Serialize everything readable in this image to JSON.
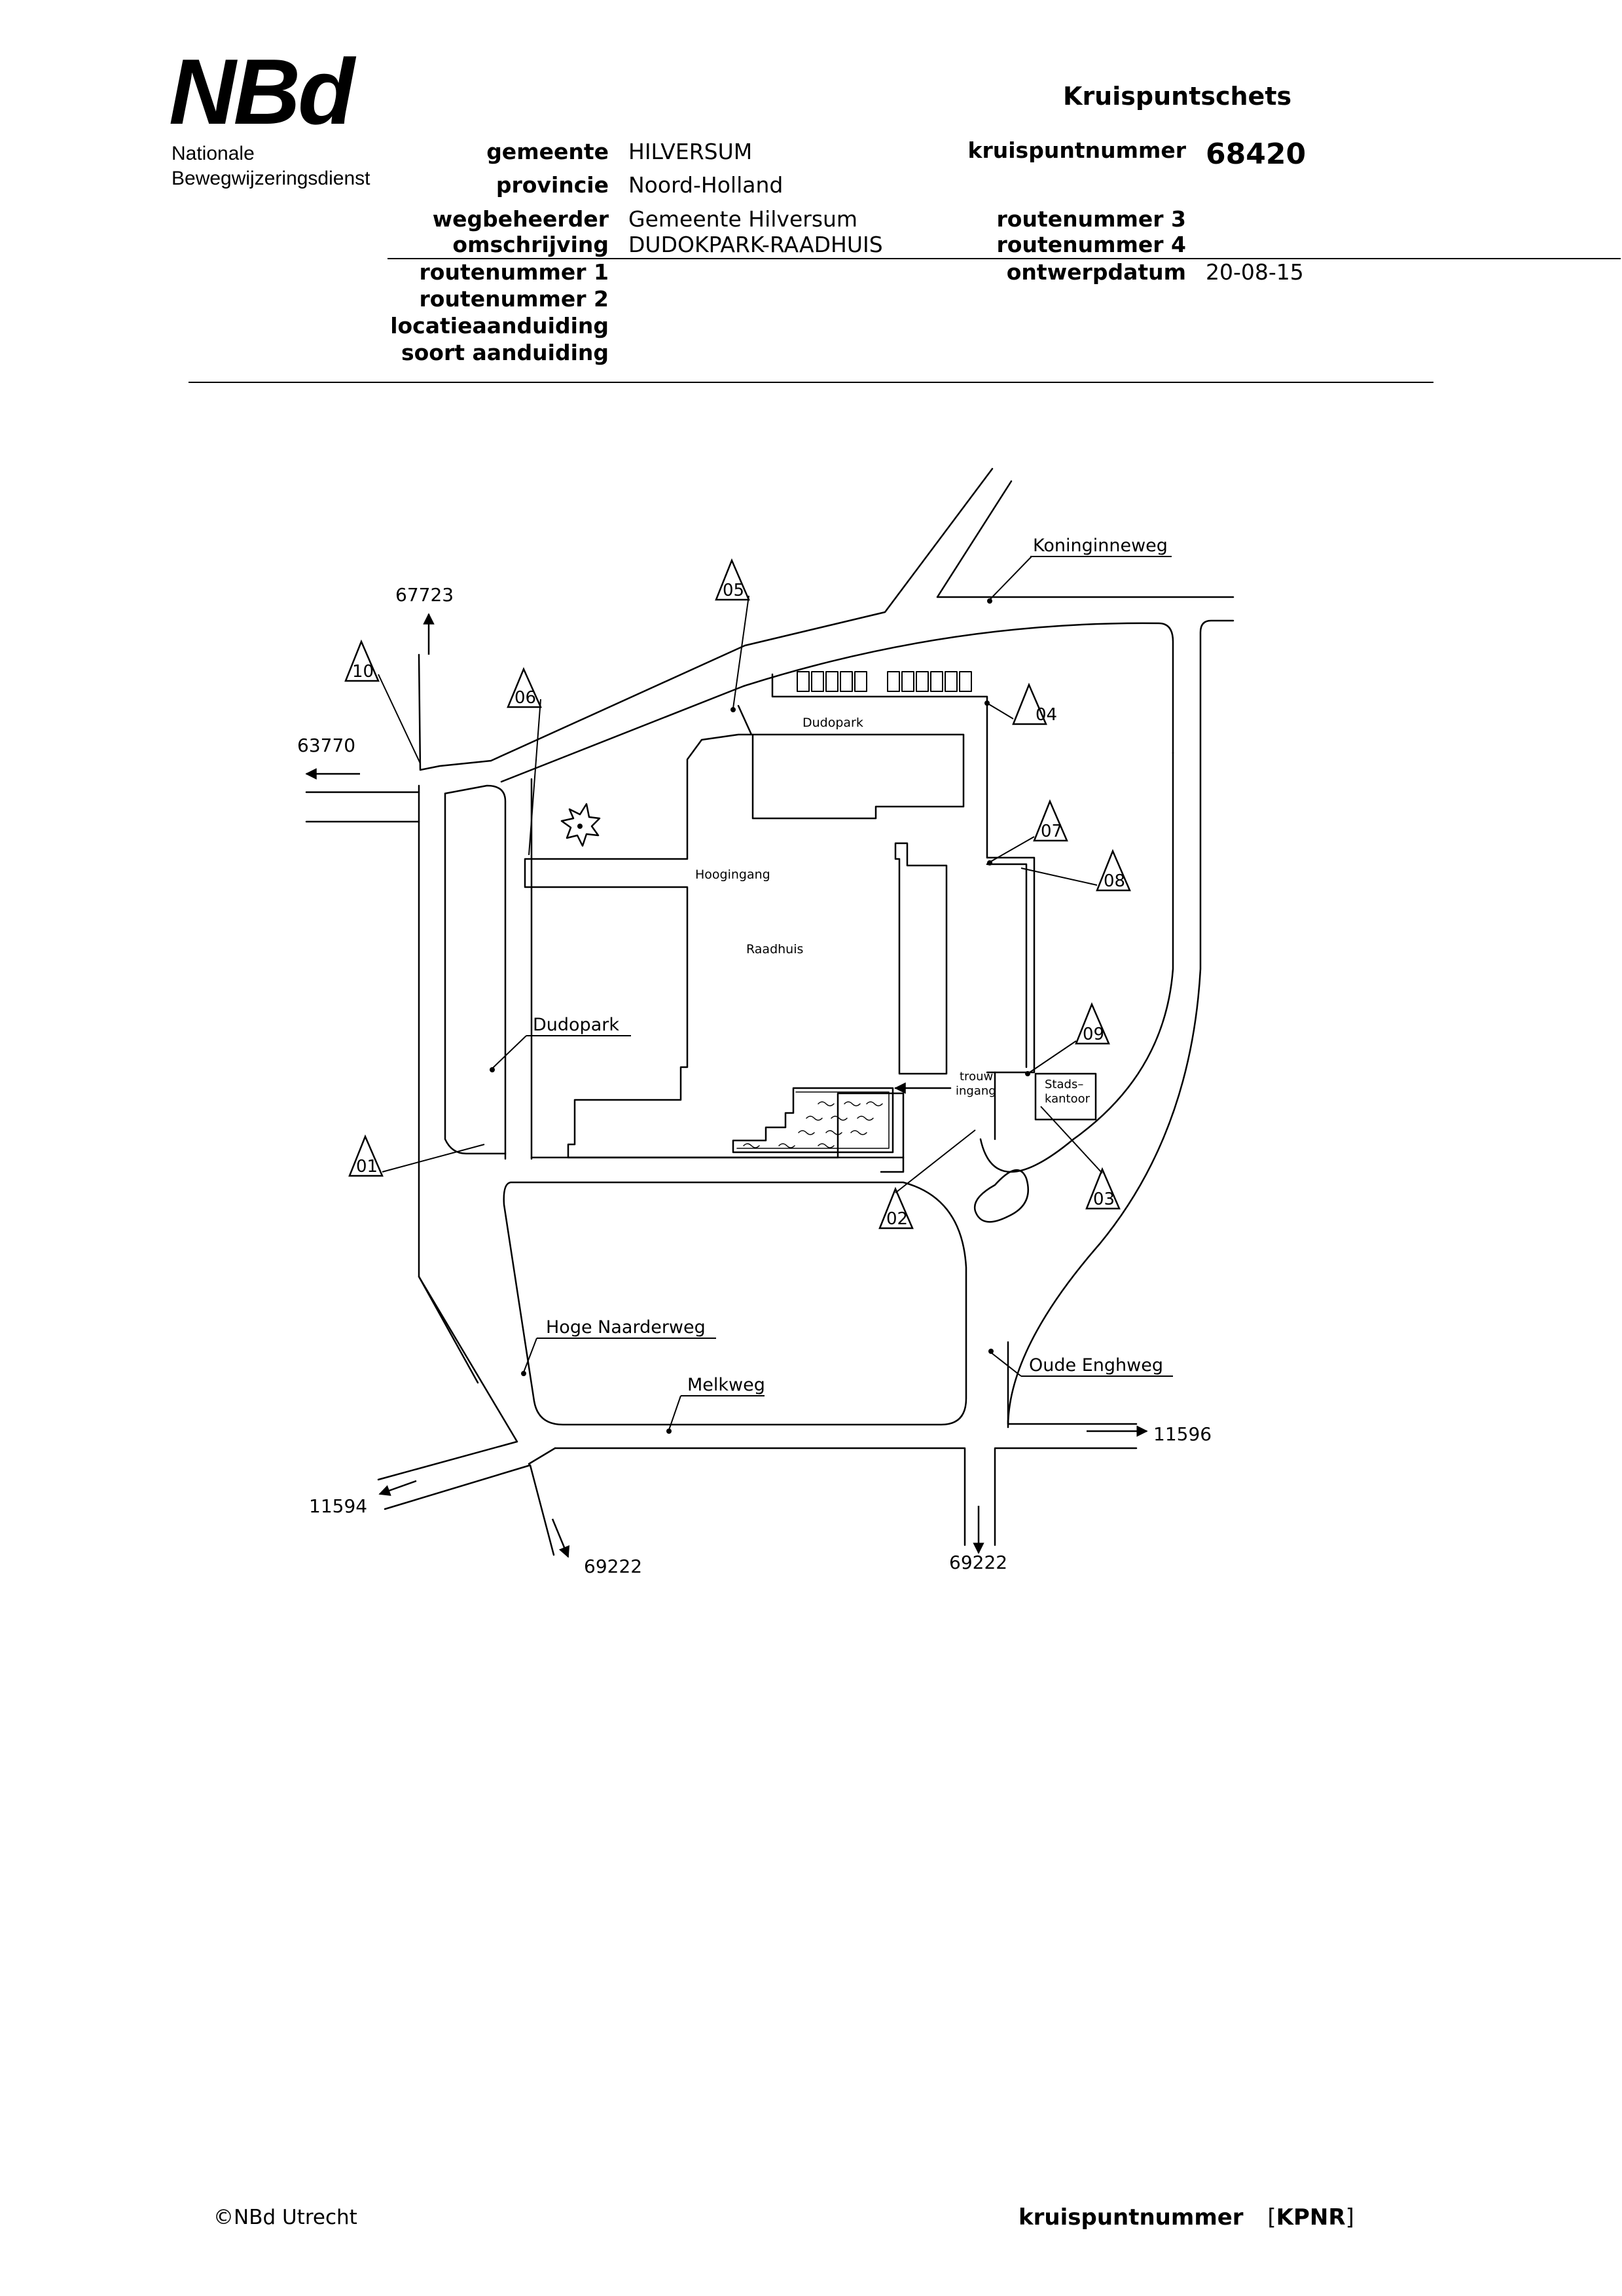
{
  "header": {
    "logo_mark": "NBd",
    "logo_line1": "Nationale",
    "logo_line2": "Bewegwijzeringsdienst",
    "doc_title": "Kruispuntschets"
  },
  "fields": {
    "gemeente_label": "gemeente",
    "gemeente_value": "HILVERSUM",
    "provincie_label": "provincie",
    "provincie_value": "Noord-Holland",
    "wegbeheerder_label": "wegbeheerder",
    "wegbeheerder_value": "Gemeente Hilversum",
    "omschrijving_label": "omschrijving",
    "omschrijving_value": "DUDOKPARK-RAADHUIS",
    "routenummer1_label": "routenummer 1",
    "routenummer2_label": "routenummer 2",
    "locatie_label": "locatieaanduiding",
    "soort_label": "soort aanduiding",
    "kruispuntnummer_label": "kruispuntnummer",
    "kruispuntnummer_value": "68420",
    "routenummer3_label": "routenummer 3",
    "routenummer4_label": "routenummer 4",
    "ontwerpdatum_label": "ontwerpdatum",
    "ontwerpdatum_value": "20-08-15"
  },
  "map": {
    "street_labels": {
      "koninginneweg": "Koninginneweg",
      "dudopark_street": "Dudopark",
      "hoge_naarderweg": "Hoge Naarderweg",
      "melkweg": "Melkweg",
      "oude_enghweg": "Oude Enghweg"
    },
    "building_labels": {
      "dudopark_building": "Dudopark",
      "hoogingang": "Hoogingang",
      "raadhuis": "Raadhuis",
      "trouw": "trouw",
      "ingang": "ingang",
      "stads": "Stads–",
      "kantoor": "kantoor"
    },
    "neighbor_numbers": {
      "north": "67723",
      "west": "63770",
      "east": "11596",
      "southwest": "11594",
      "south1": "69222",
      "south2": "69222"
    },
    "sign_markers": [
      "01",
      "02",
      "03",
      "04",
      "05",
      "06",
      "07",
      "08",
      "09",
      "10"
    ]
  },
  "footer": {
    "copyright": "©NBd Utrecht",
    "kpnr_label": "kruispuntnummer",
    "kpnr_open": "[",
    "kpnr_value": "KPNR",
    "kpnr_close": "]"
  }
}
